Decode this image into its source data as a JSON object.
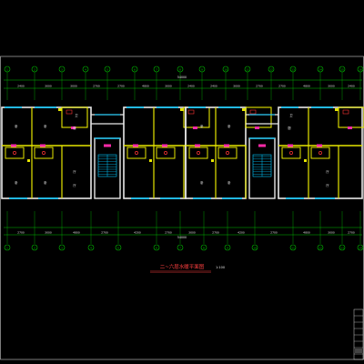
{
  "colors": {
    "background": "#000000",
    "wall": "#e8e8e8",
    "inner_wall": "#e6e600",
    "dimension": "#00c000",
    "window": "#00c8ff",
    "door": "#ff2aa8",
    "text": "#e8e8e8",
    "label": "#ffffff",
    "title": "#ff4040",
    "frame": "#cfcfcf",
    "fixture": "#ff3333"
  },
  "grid_labels": [
    "1",
    "2",
    "3",
    "4",
    "5",
    "6",
    "7",
    "8",
    "9",
    "10",
    "11",
    "12",
    "13",
    "14",
    "15",
    "16"
  ],
  "dimensions_top": [
    "2400",
    "3000",
    "3000",
    "2700",
    "2700",
    "4800",
    "3000",
    "2400",
    "2400",
    "3000",
    "2700",
    "2700",
    "4800",
    "3000",
    "2400"
  ],
  "dimensions_bottom": [
    "2700",
    "3000",
    "4800",
    "2700",
    "4200",
    "2700",
    "3000",
    "2700",
    "4200",
    "2700",
    "4800",
    "3000",
    "2700"
  ],
  "total_dimension_top": "54000",
  "total_dimension_bottom": "54000",
  "drawing_title": "二~六层水暖平面图",
  "scale_label": "1:100",
  "room_labels": [
    "卧",
    "卧",
    "厨",
    "卫",
    "卧",
    "卧",
    "厅",
    "厅",
    "卧",
    "卧",
    "厨",
    "卫",
    "卧",
    "卧",
    "厅",
    "厅"
  ],
  "title_block": {
    "rows": [
      "",
      "",
      "",
      "",
      "",
      "",
      "",
      ""
    ]
  }
}
